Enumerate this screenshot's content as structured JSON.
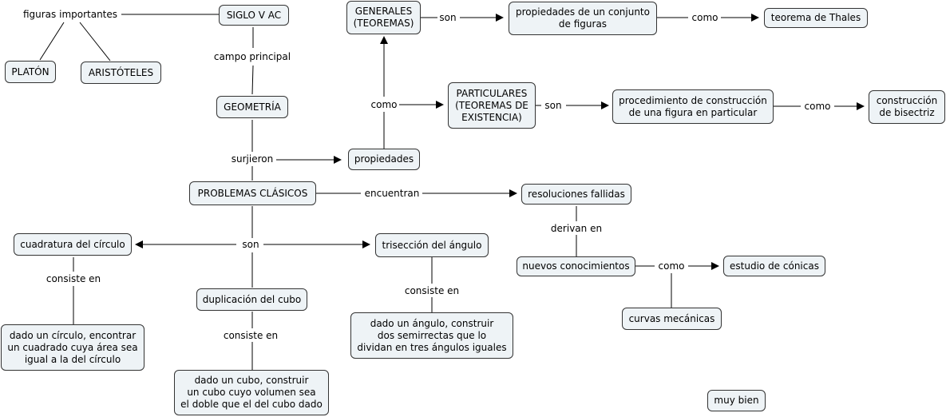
{
  "concepts": {
    "siglo": "SIGLO V AC",
    "platon": "PLATÓN",
    "aristoteles": "ARISTÓTELES",
    "geometria": "GEOMETRÍA",
    "generales": "GENERALES\n(TEOREMAS)",
    "prop_conjunto": "propiedades de un conjunto\nde figuras",
    "thales": "teorema de Thales",
    "particulares": "PARTICULARES\n(TEOREMAS DE\nEXISTENCIA)",
    "procedimiento": "procedimiento de construcción\nde una figura en particular",
    "bisectriz": "construcción\nde bisectriz",
    "propiedades": "propiedades",
    "problemas": "PROBLEMAS CLÁSICOS",
    "resoluciones": "resoluciones fallidas",
    "nuevos": "nuevos conocimientos",
    "conicas": "estudio de cónicas",
    "curvas": "curvas mecánicas",
    "cuadratura": "cuadratura del círculo",
    "triseccion": "trisección del ángulo",
    "duplicacion": "duplicación del cubo",
    "dado_circulo": "dado un círculo, encontrar\nun cuadrado cuya área sea\nigual a la del círculo",
    "dado_angulo": "dado un ángulo, construir\ndos semirrectas que lo\ndividan en tres ángulos iguales",
    "dado_cubo": "dado un cubo, construir\nun cubo cuyo volumen sea\nel doble que el del cubo dado",
    "muy_bien": "muy bien"
  },
  "links": {
    "figuras": "figuras importantes",
    "campo": "campo principal",
    "son_gen": "son",
    "como_thales": "como",
    "como_geo": "como",
    "son_part": "son",
    "como_bis": "como",
    "surjieron": "surjieron",
    "encuentran": "encuentran",
    "derivan": "derivan en",
    "como_con": "como",
    "son_prob": "son",
    "consiste_circ": "consiste en",
    "consiste_ang": "consiste en",
    "consiste_cubo": "consiste en"
  }
}
